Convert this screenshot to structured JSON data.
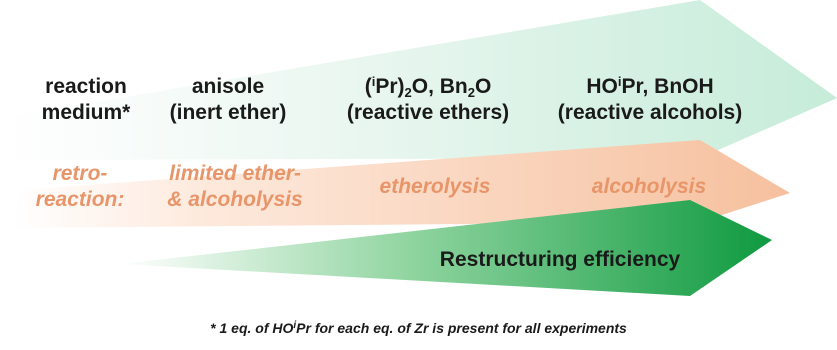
{
  "diagram": {
    "medium": {
      "label_line1": "reaction",
      "label_line2": "medium*",
      "anisole_line1": "anisole",
      "anisole_line2": "(inert ether)",
      "ethers_line1_open": "(",
      "ethers_line1_sup": "i",
      "ethers_line1_mid": "Pr)",
      "ethers_line1_sub1": "2",
      "ethers_line1_mid2": "O, Bn",
      "ethers_line1_sub2": "2",
      "ethers_line1_end": "O",
      "ethers_line2": "(reactive ethers)",
      "alcohols_line1_start": "HO",
      "alcohols_line1_sup": "i",
      "alcohols_line1_end": "Pr, BnOH",
      "alcohols_line2": "(reactive alcohols)"
    },
    "retro": {
      "label_line1": "retro-",
      "label_line2": "reaction:",
      "limited_line1": "limited ether-",
      "limited_line2": "& alcoholysis",
      "etherolysis": "etherolysis",
      "alcoholysis": "alcoholysis"
    },
    "efficiency_label": "Restructuring efficiency",
    "footnote_start": "* 1 eq. of HO",
    "footnote_sup": "i",
    "footnote_end": "Pr for each eq. of Zr is present for all experiments",
    "colors": {
      "medium_arrow": "#cfeee0",
      "retro_arrow": "#f7c6a6",
      "efficiency_arrow": "#1aa24c",
      "retro_text": "#e8956a"
    }
  }
}
